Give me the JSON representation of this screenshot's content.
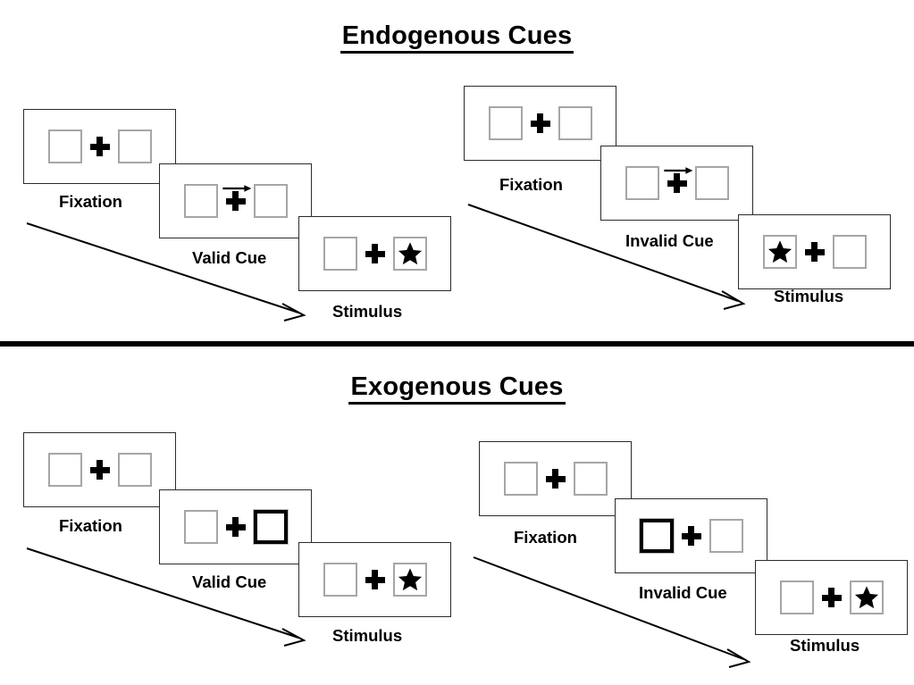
{
  "figure": {
    "title_top": "Endogenous Cues",
    "title_bottom": "Exogenous Cues"
  },
  "sections": [
    {
      "id": "endogenous",
      "title": "Endogenous Cues",
      "cue_type": "central-arrow",
      "blocks": [
        {
          "id": "endogenous-valid",
          "validity": "Valid",
          "panels": [
            {
              "name": "fixation",
              "label": "Fixation",
              "left_box": "empty",
              "right_box": "empty",
              "center": "plus",
              "arrow": "none"
            },
            {
              "name": "cue",
              "label": "Valid Cue",
              "left_box": "empty",
              "right_box": "empty",
              "center": "plus",
              "arrow": "right"
            },
            {
              "name": "stimulus",
              "label": "Stimulus",
              "left_box": "empty",
              "right_box": "star",
              "center": "plus",
              "arrow": "none"
            }
          ]
        },
        {
          "id": "endogenous-invalid",
          "validity": "Invalid",
          "panels": [
            {
              "name": "fixation",
              "label": "Fixation",
              "left_box": "empty",
              "right_box": "empty",
              "center": "plus",
              "arrow": "none"
            },
            {
              "name": "cue",
              "label": "Invalid Cue",
              "left_box": "empty",
              "right_box": "empty",
              "center": "plus",
              "arrow": "right"
            },
            {
              "name": "stimulus",
              "label": "Stimulus",
              "left_box": "star",
              "right_box": "empty",
              "center": "plus",
              "arrow": "none"
            }
          ]
        }
      ]
    },
    {
      "id": "exogenous",
      "title": "Exogenous Cues",
      "cue_type": "peripheral-box-flash",
      "blocks": [
        {
          "id": "exogenous-valid",
          "validity": "Valid",
          "panels": [
            {
              "name": "fixation",
              "label": "Fixation",
              "left_box": "empty",
              "right_box": "empty",
              "center": "plus",
              "arrow": "none"
            },
            {
              "name": "cue",
              "label": "Valid Cue",
              "left_box": "empty",
              "right_box": "cued",
              "center": "plus",
              "arrow": "none"
            },
            {
              "name": "stimulus",
              "label": "Stimulus",
              "left_box": "empty",
              "right_box": "star",
              "center": "plus",
              "arrow": "none"
            }
          ]
        },
        {
          "id": "exogenous-invalid",
          "validity": "Invalid",
          "panels": [
            {
              "name": "fixation",
              "label": "Fixation",
              "left_box": "empty",
              "right_box": "empty",
              "center": "plus",
              "arrow": "none"
            },
            {
              "name": "cue",
              "label": "Invalid Cue",
              "left_box": "cued",
              "right_box": "empty",
              "center": "plus",
              "arrow": "none"
            },
            {
              "name": "stimulus",
              "label": "Stimulus",
              "left_box": "empty",
              "right_box": "star",
              "center": "plus",
              "arrow": "none"
            }
          ]
        }
      ]
    }
  ],
  "colors": {
    "ink": "#000000",
    "panel_border": "#2b2b2b",
    "box_border": "#a6a6a6",
    "cued_box_border": "#000000",
    "background": "#ffffff"
  }
}
